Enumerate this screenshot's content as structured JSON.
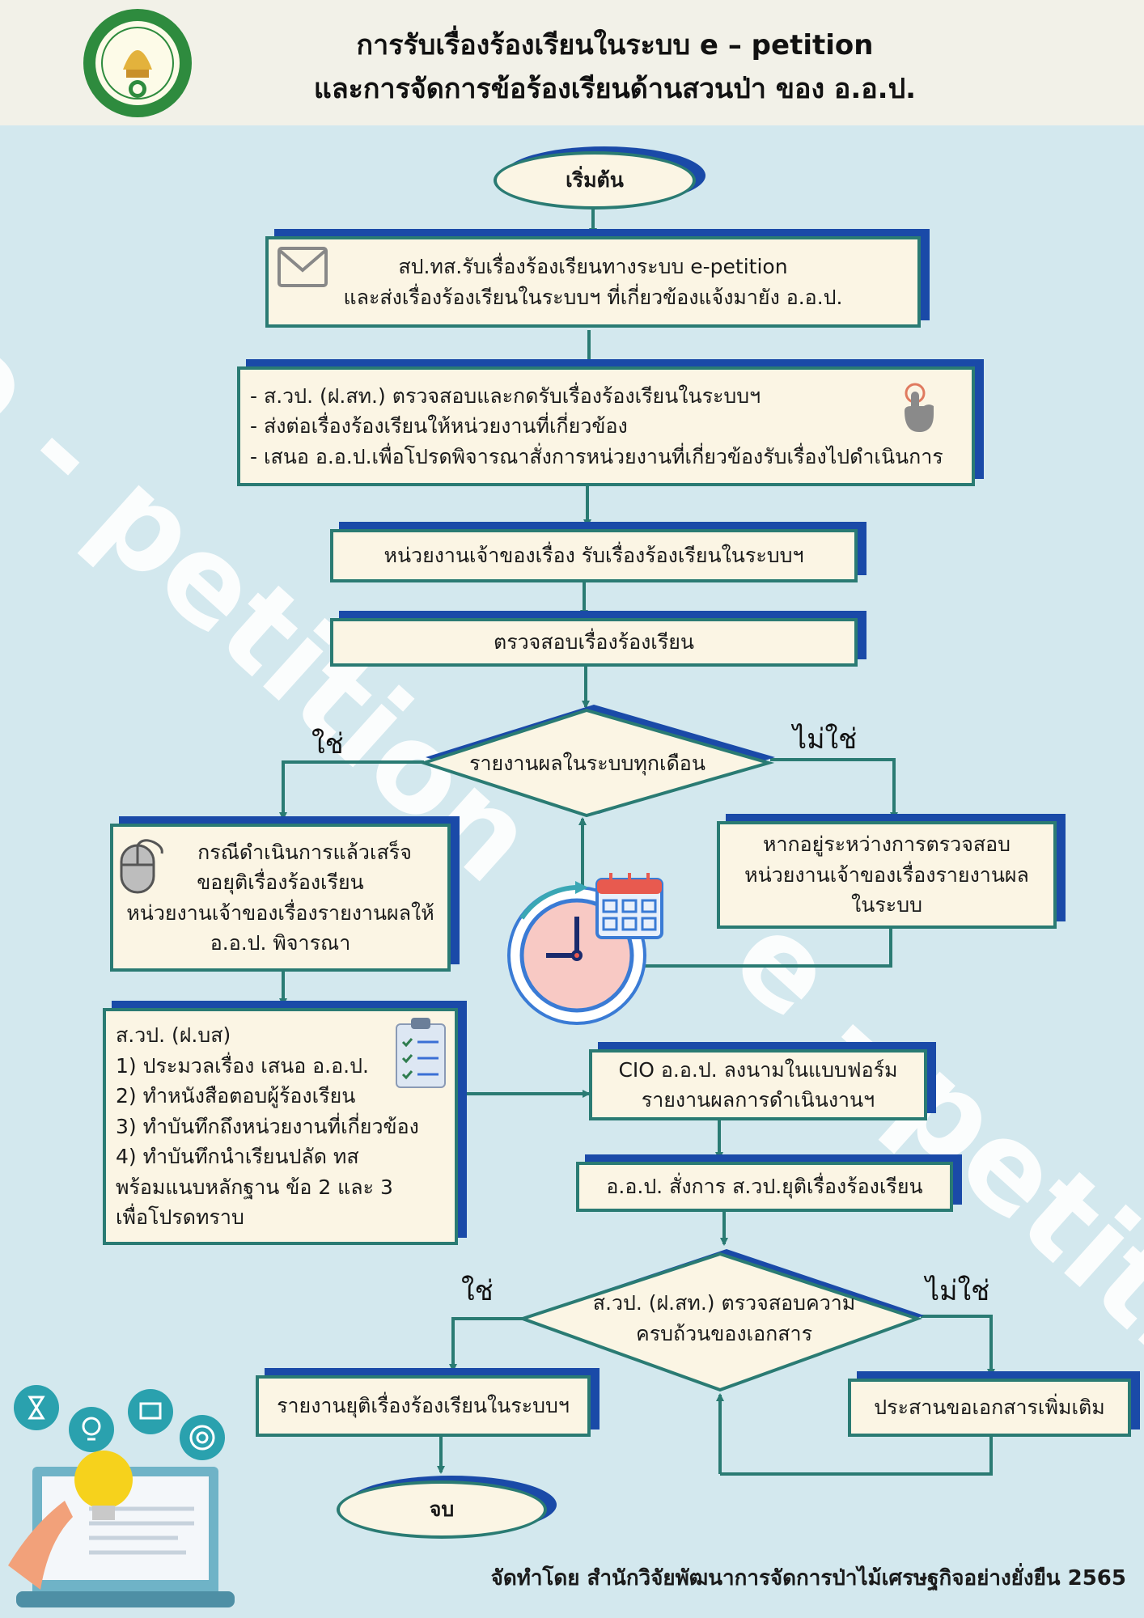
{
  "header": {
    "title_line1": "การรับเรื่องร้องเรียนในระบบ e – petition",
    "title_line2": "และการจัดการข้อร้องเรียนด้านสวนป่า ของ อ.อ.ป."
  },
  "watermark": "e - petition",
  "flow": {
    "start": "เริ่มต้น",
    "step1": [
      "สป.ทส.รับเรื่องร้องเรียนทางระบบ e-petition",
      "และส่งเรื่องร้องเรียนในระบบฯ ที่เกี่ยวข้องแจ้งมายัง อ.อ.ป."
    ],
    "step2": [
      "- ส.วป. (ฝ.สท.) ตรวจสอบและกดรับเรื่องร้องเรียนในระบบฯ",
      "- ส่งต่อเรื่องร้องเรียนให้หน่วยงานที่เกี่ยวข้อง",
      "- เสนอ อ.อ.ป.เพื่อโปรดพิจารณาสั่งการหน่วยงานที่เกี่ยวข้องรับเรื่องไปดำเนินการ"
    ],
    "step3": "หน่วยงานเจ้าของเรื่อง รับเรื่องร้องเรียนในระบบฯ",
    "step4": "ตรวจสอบเรื่องร้องเรียน",
    "decision1": "รายงานผลในระบบทุกเดือน",
    "yes_label": "ใช่",
    "no_label": "ไม่ใช่",
    "yes1_box": [
      "กรณีดำเนินการแล้วเสร็จ",
      "ขอยุติเรื่องร้องเรียน",
      "หน่วยงานเจ้าของเรื่องรายงานผลให้",
      "อ.อ.ป. พิจารณา"
    ],
    "no1_box": [
      "หากอยู่ระหว่างการตรวจสอบ",
      "หน่วยงานเจ้าของเรื่องรายงานผล",
      "ในระบบ"
    ],
    "step5": [
      "ส.วป. (ฝ.บส)",
      "1) ประมวลเรื่อง เสนอ อ.อ.ป.",
      "2) ทำหนังสือตอบผู้ร้องเรียน",
      "3) ทำบันทึกถึงหน่วยงานที่เกี่ยวข้อง",
      "4) ทำบันทึกนำเรียนปลัด ทส",
      "พร้อมแนบหลักฐาน ข้อ 2 และ 3",
      "เพื่อโปรดทราบ"
    ],
    "step6": [
      "CIO อ.อ.ป. ลงนามในแบบฟอร์ม",
      "รายงานผลการดำเนินงานฯ"
    ],
    "step7": "อ.อ.ป. สั่งการ ส.วป.ยุติเรื่องร้องเรียน",
    "decision2": [
      "ส.วป. (ฝ.สท.) ตรวจสอบความ",
      "ครบถ้วนของเอกสาร"
    ],
    "yes2_box": "รายงานยุติเรื่องร้องเรียนในระบบฯ",
    "no2_box": "ประสานขอเอกสารเพิ่มเติม",
    "end": "จบ"
  },
  "footer": "จัดทำโดย สำนักวิจัยพัฒนาการจัดการป่าไม้เศรษฐกิจอย่างยั่งยืน 2565",
  "colors": {
    "background": "#d3e8ee",
    "box_fill": "#fbf5e4",
    "border": "#2a7b73",
    "shadow": "#1a4aa8",
    "connector": "#2a7b73"
  },
  "icons": [
    "emblem-logo",
    "envelope-icon",
    "hand-pointer-icon",
    "mouse-icon",
    "clock-calendar-icon",
    "clipboard-checklist-icon",
    "idea-laptop-illustration"
  ]
}
